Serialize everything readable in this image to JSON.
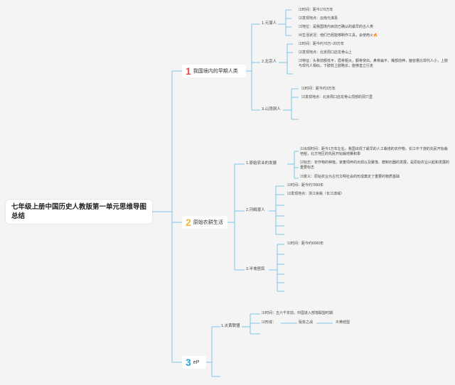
{
  "root": {
    "title": "七年级上册中国历史人教版第一单元思维导图总结"
  },
  "branches": [
    {
      "num": "1",
      "label": "我国境内的早期人类",
      "color": "#e94b4b",
      "children": [
        {
          "label": "1.元谋人",
          "items": [
            "⑴时间：距今170万年",
            "⑵发现地点：云南元谋县",
            "⑶地位：是我国境内目前已确认的最早的古人类",
            "⑷生活状况：他们已经能够制作工具，会使用火🔥"
          ]
        },
        {
          "label": "2.北京人",
          "items": [
            "⑴时间：距今约70万~20万年",
            "⑵发现地点：北京周口店龙骨山上",
            "⑶特征：头骨前额低平，眉骨粗大，颧骨突出，鼻骨扁平，嘴部前伸，脑容量比现代人小，上肢与现代人相似，下肢较上肢略长，能够直立行走"
          ]
        },
        {
          "label": "3.山顶洞人",
          "items": [
            "⑴时间：距今约3万年",
            "⑵发现地点：北京周口店龙骨山顶部的洞穴里"
          ]
        }
      ]
    },
    {
      "num": "2",
      "label": "原始农耕生活",
      "color": "#f2b53b",
      "children": [
        {
          "label": "1.原始农业的发展",
          "items": [
            "⑴出现时间：距今1万年左右，我国出现了最早的人工栽培的农作物，长江中下游的先民开始栽培稻，北方地区的先民开始栽培粟和黍",
            "⑵标志：农作物的种植，家畜饲养的出现以及聚落、磨制石器的发展，是原始农业兴起和发展的重要标志",
            "⑶意义：原始农业为古代文明社会的形成奠定了重要的物质基础"
          ]
        },
        {
          "label": "2.河姆渡人",
          "items": [
            "⑴时间：距今约7000年",
            "⑵发现地点：浙江余姚（长江流域）"
          ]
        },
        {
          "label": "3.半坡居民",
          "items": [
            "⑴时间：距今约6000年"
          ]
        }
      ]
    },
    {
      "num": "3",
      "label": "eP",
      "color": "#2aa0d8",
      "children": [
        {
          "label": "1.炎黄联盟",
          "items": [
            "⑴时间：五六千年前，中国进入部落联盟时期",
            "⑵形成：",
            "阪泉之战",
            "炎黄结盟"
          ]
        }
      ]
    }
  ]
}
